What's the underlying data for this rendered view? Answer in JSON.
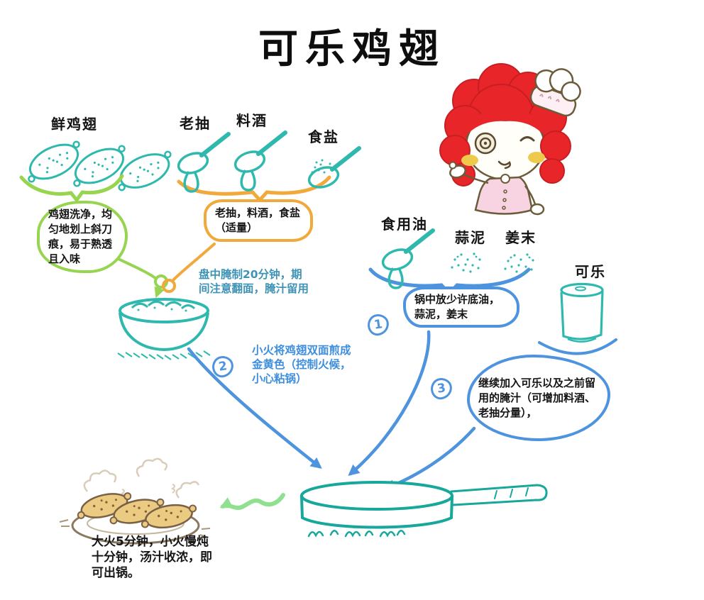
{
  "title": "可乐鸡翅",
  "ingredients": {
    "fresh_wings": "鲜鸡翅",
    "dark_soy": "老抽",
    "cooking_wine": "料酒",
    "salt": "食盐",
    "cooking_oil": "食用油",
    "garlic_paste": "蒜泥",
    "ginger_mince": "姜末",
    "cola": "可乐"
  },
  "notes": {
    "prep": "鸡翅洗净，均匀地划上斜刀痕，易于熟透且入味",
    "seasoning_mix": "老抽，料酒，食盐（适量）",
    "marinate": "盘中腌制20分钟，期间注意翻面，腌汁留用",
    "pan_base": "锅中放少许底油，蒜泥，姜末",
    "fry": "小火将鸡翅双面煎成金黄色（控制火候，小心粘锅）",
    "add_cola": "继续加入可乐以及之前留用的腌汁（可增加料酒、老抽分量），",
    "finish": "大火5分钟，小火慢炖十分钟，汤汁收浓，即可出锅。"
  },
  "step_numbers": {
    "step1": "1",
    "step2": "2",
    "step3": "3"
  },
  "colors": {
    "teal": "#2FB9AE",
    "green": "#97D44F",
    "light_green": "#8FE08F",
    "orange": "#F2A93B",
    "blue": "#4E93DE",
    "steel_blue_text": "#3E93B5",
    "black": "#141414",
    "hair_red": "#E8262A",
    "cheek_yellow": "#EFC94C",
    "dress_pink": "#F8D4E2",
    "wing_tan": "#EBCB81",
    "plate_brown": "#8A7860"
  }
}
